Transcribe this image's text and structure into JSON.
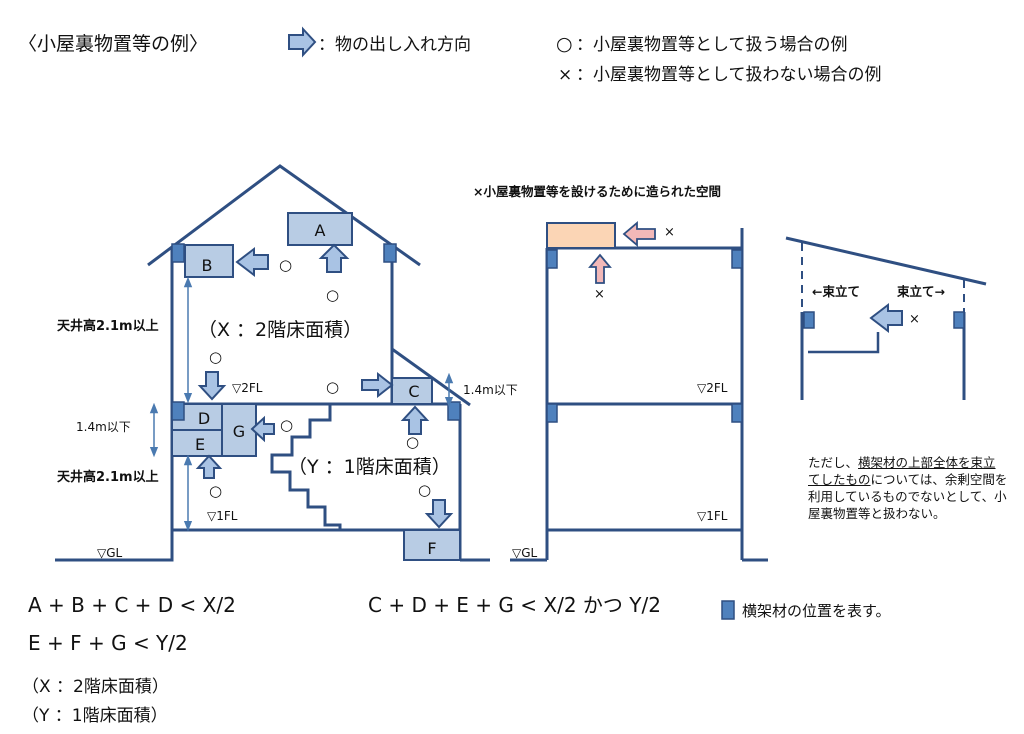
{
  "legend": {
    "title": "〈小屋裏物置等の例〉",
    "arrow_text": "：物の出し入れ方向",
    "circle_mark": "○",
    "circle_text": "：小屋裏物置等として扱う場合の例",
    "cross_mark": "×",
    "cross_text": "：小屋裏物置等として扱わない場合の例"
  },
  "house": {
    "labels": {
      "a": "A",
      "b": "B",
      "c": "C",
      "d": "D",
      "e": "E",
      "f": "F",
      "g": "G"
    },
    "x_area": "（X ：2階床面積）",
    "y_area": "（Y ：1階床面積）",
    "ceiling_upper": "天井高2.1m以上",
    "ceiling_lower": "天井高2.1m以上",
    "limit_left": "1.4m以下",
    "limit_right": "1.4m以下",
    "fl2": "▽2FL",
    "fl1": "▽1FL",
    "gl": "▽GL",
    "circle": "○"
  },
  "middle": {
    "title": "×小屋裏物置等を設けるために造られた空間",
    "cross": "×",
    "fl2": "▽2FL",
    "fl1": "▽1FL",
    "gl": "▽GL"
  },
  "right": {
    "left_label": "←束立て",
    "right_label": "束立て→",
    "cross": "×",
    "note_part1": "ただし、",
    "note_underlined": "横架材の上部全体を束立てしたもの",
    "note_part2": "については、余剰空間を利用しているものでないとして、小屋裏物置等と扱わない。"
  },
  "formulas": {
    "f1": "A + B + C + D  <  X/2",
    "f2": "E + F + G  <  Y/2",
    "f3": "C + D + E + G  <  X/2 かつ Y/2",
    "x_def": "（X ：2階床面積）",
    "y_def": "（Y ：1階床面積）",
    "beam_legend": "横架材の位置を表す。"
  },
  "colors": {
    "structure": "#2f4f82",
    "storage_fill": "#b8cce4",
    "beam_fill": "#4f81bd",
    "arrow_fill": "#a9c3e4",
    "pink_fill": "#f2b8b8",
    "peach_fill": "#fbd5b5",
    "dim_line": "#4a7ab0"
  }
}
